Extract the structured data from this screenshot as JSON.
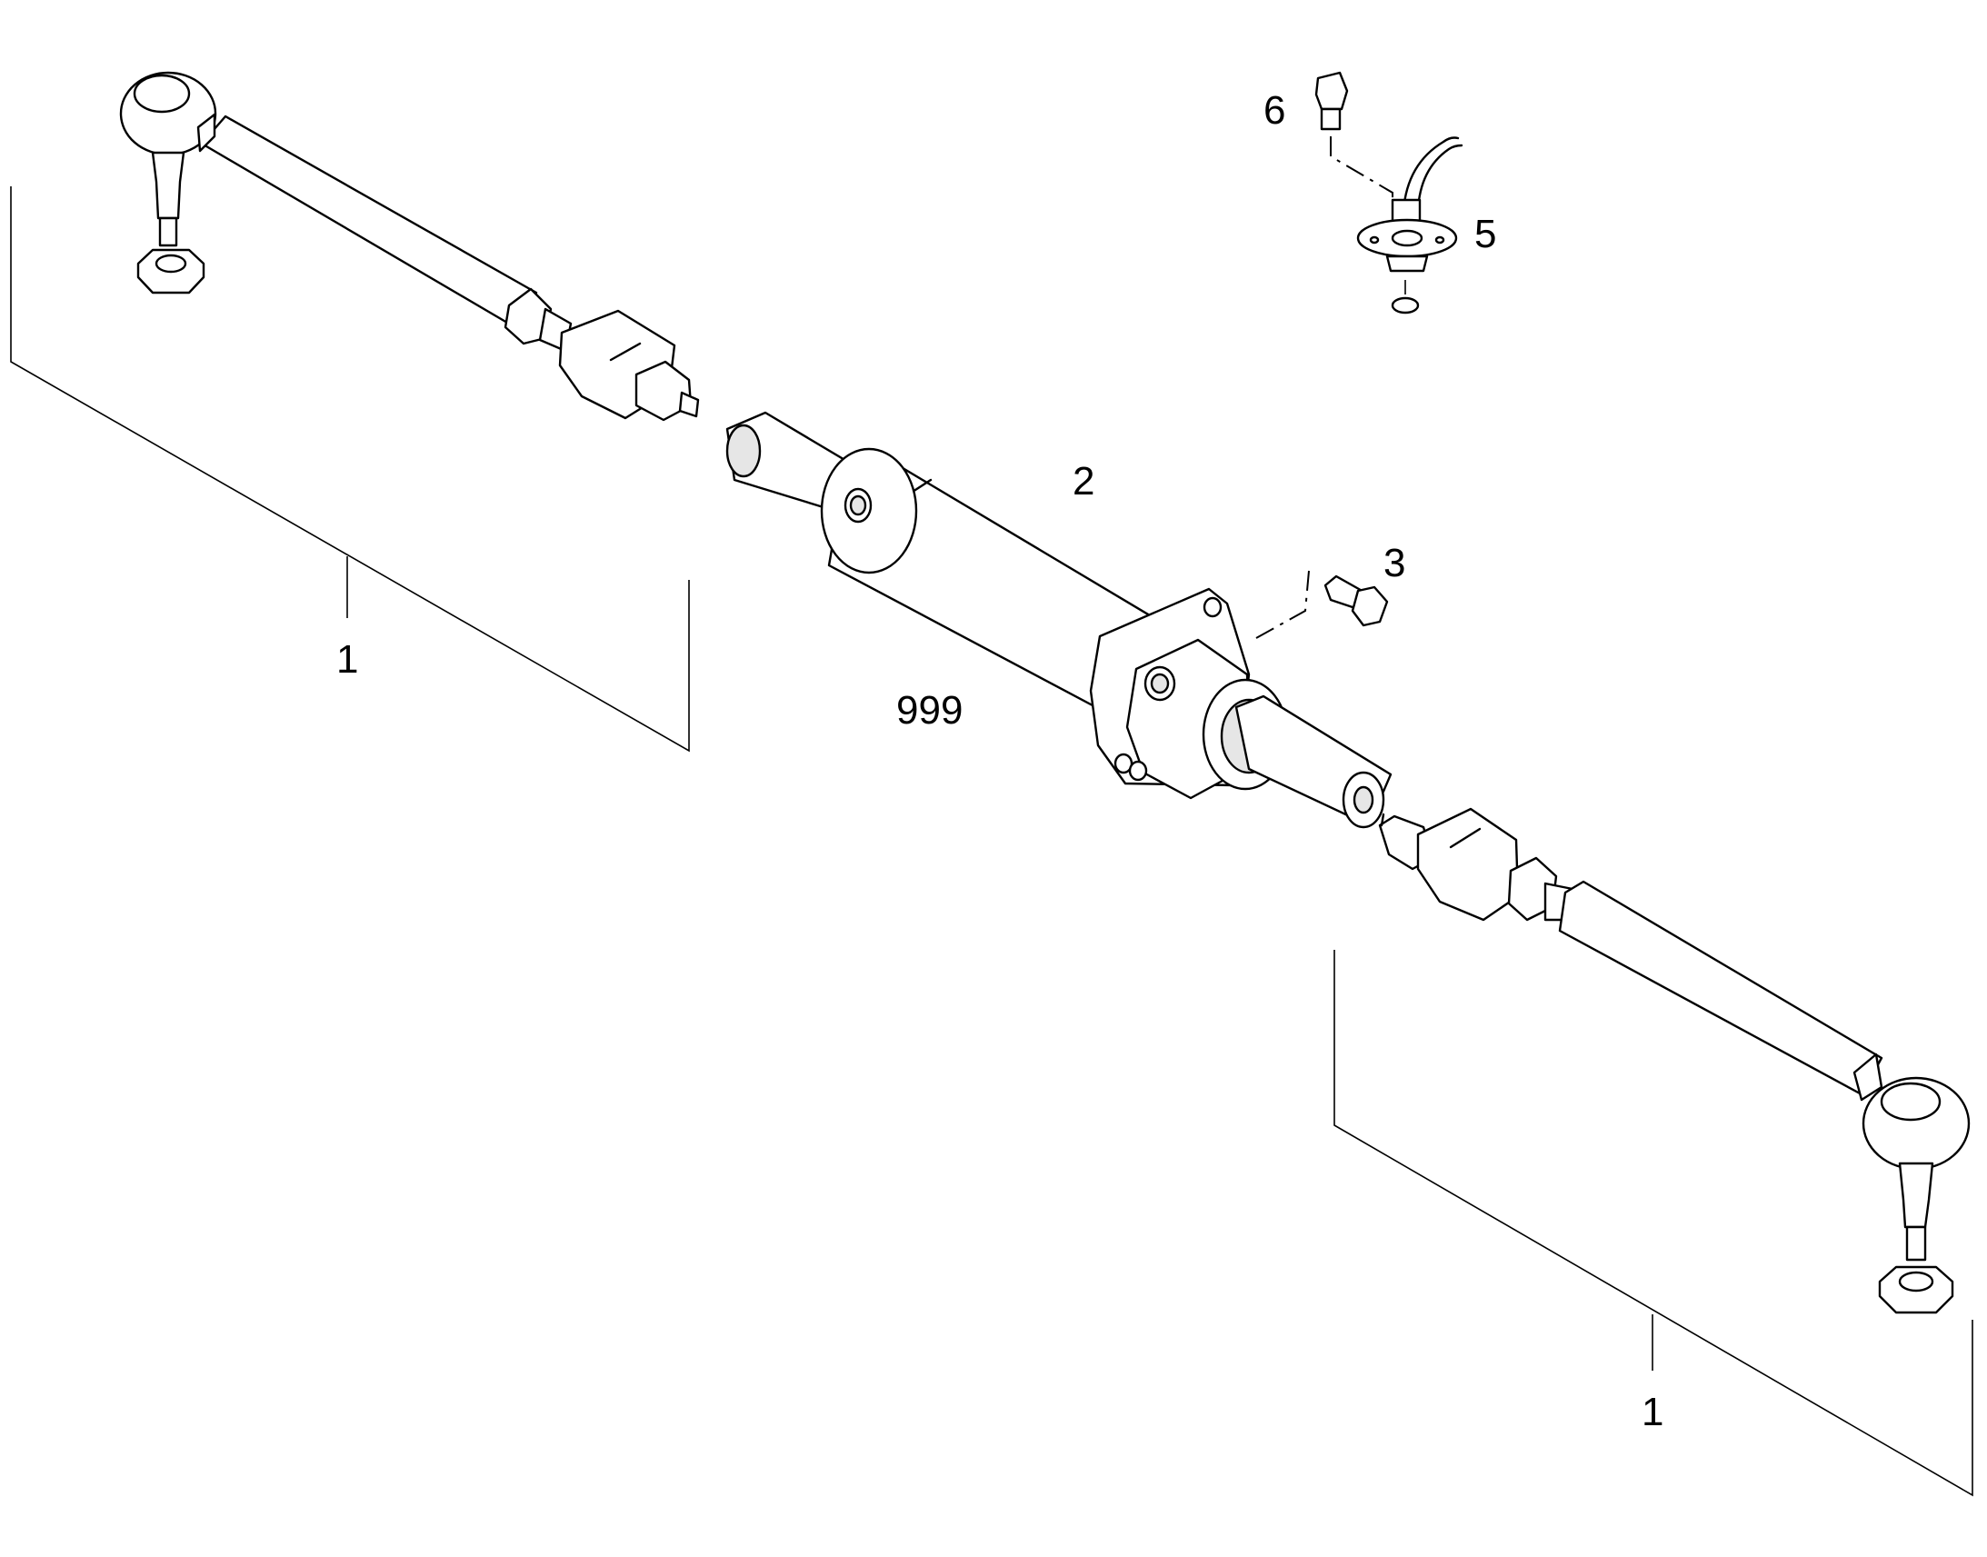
{
  "callouts": {
    "tie_rod_left": "1",
    "tie_rod_right": "1",
    "cylinder": "2",
    "bolt": "3",
    "sensor": "5",
    "screw": "6",
    "assembly": "999"
  },
  "colors": {
    "line": "#000000",
    "background": "#ffffff",
    "shade": "#e6e6e6"
  }
}
